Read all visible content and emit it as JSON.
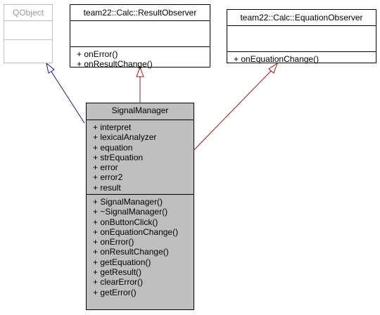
{
  "classes": {
    "qobject": {
      "name": "QObject",
      "attributes": [],
      "operations": []
    },
    "result_observer": {
      "name": "team22::Calc::ResultObserver",
      "attributes": [],
      "operations": [
        "+ onError()",
        "+ onResultChange()"
      ]
    },
    "equation_observer": {
      "name": "team22::Calc::EquationObserver",
      "attributes": [],
      "operations": [
        "+ onEquationChange()"
      ]
    },
    "signal_manager": {
      "name": "SignalManager",
      "attributes": [
        "+ interpret",
        "+ lexicalAnalyzer",
        "+ equation",
        "+ strEquation",
        "+ error",
        "+ error2",
        "+ result"
      ],
      "operations": [
        "+ SignalManager()",
        "+ ~SignalManager()",
        "+ onButtonClick()",
        "+ onEquationChange()",
        "+ onError()",
        "+ onResultChange()",
        "+ getEquation()",
        "+ getResult()",
        "+ clearError()",
        "+ getError()"
      ]
    }
  },
  "colors": {
    "qt_inheritance_edge": "#191970",
    "observer_inheritance_edge": "#8b1a1a",
    "focus_fill": "#bfbfbf",
    "external_class_border": "#bfbfbf"
  }
}
